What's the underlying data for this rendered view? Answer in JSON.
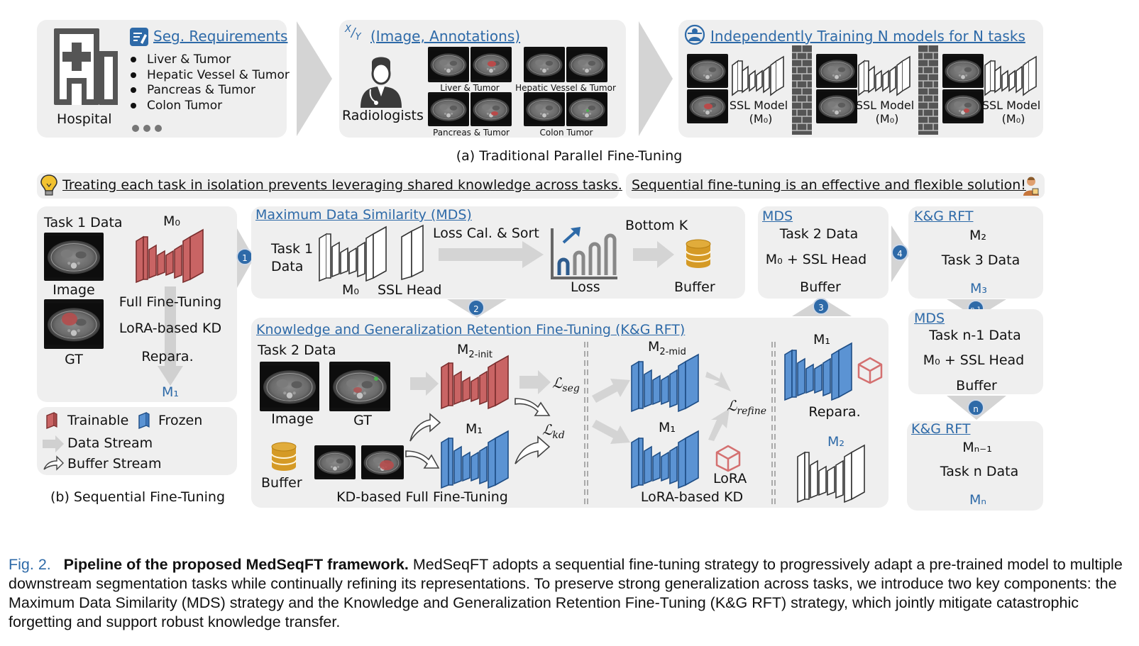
{
  "top": {
    "seg_req_title": "Seg. Requirements",
    "seg_items": [
      "Liver & Tumor",
      "Hepatic Vessel & Tumor",
      "Pancreas & Tumor",
      "Colon Tumor"
    ],
    "hospital_label": "Hospital",
    "annot_title": "(Image, Annotations)",
    "radiologists_label": "Radiologists",
    "ct_labels": [
      "Liver & Tumor",
      "Hepatic Vessel & Tumor",
      "Pancreas & Tumor",
      "Colon Tumor"
    ],
    "indep_title": "Independently Training N models for N tasks",
    "ssl_model_label": "SSL Model",
    "m0_label": "(M₀)",
    "section_a_caption": "(a) Traditional Parallel Fine-Tuning"
  },
  "banners": {
    "left": "Treating each task in isolation prevents leveraging shared knowledge across tasks.",
    "right": "Sequential fine-tuning is an effective and flexible solution!"
  },
  "b_left": {
    "task1_data": "Task 1 Data",
    "m0": "M₀",
    "image": "Image",
    "gt": "GT",
    "full_ft": "Full Fine-Tuning",
    "lora_kd": "LoRA-based KD",
    "repara": "Repara.",
    "m1": "M₁"
  },
  "legend": {
    "trainable": "Trainable",
    "frozen": "Frozen",
    "data_stream": "Data Stream",
    "buffer_stream": "Buffer Stream"
  },
  "section_b_caption": "(b) Sequential Fine-Tuning",
  "mds": {
    "title": "Maximum Data Similarity (MDS)",
    "task1_line1": "Task 1",
    "task1_line2": "Data",
    "m0": "M₀",
    "ssl_head": "SSL Head",
    "loss_sort": "Loss Cal. & Sort",
    "bottom_k": "Bottom K",
    "loss": "Loss",
    "buffer": "Buffer"
  },
  "kg": {
    "title": "Knowledge and Generalization Retention Fine-Tuning (K&G RFT)",
    "task2_data": "Task 2 Data",
    "image": "Image",
    "gt": "GT",
    "buffer": "Buffer",
    "m2_init": "M₂-init",
    "m1": "M₁",
    "l_seg": "ℒseg",
    "l_kd": "ℒkd",
    "kd_full_ft": "KD-based Full Fine-Tuning",
    "m2_mid": "M₂-mid",
    "m1b": "M₁",
    "l_refine": "ℒrefine",
    "lora": "LoRA",
    "lora_kd": "LoRA-based KD",
    "m1c": "M₁",
    "repara": "Repara.",
    "m2": "M₂"
  },
  "mds2": {
    "title": "MDS",
    "task2_data": "Task 2 Data",
    "m0_ssl": "M₀ + SSL Head",
    "buffer": "Buffer"
  },
  "right_col": {
    "kg1_title": "K&G RFT",
    "kg1_m": "M₂",
    "kg1_task": "Task 3 Data",
    "kg1_out": "M₃",
    "mds_title": "MDS",
    "mds_task": "Task n-1 Data",
    "mds_m0": "M₀ + SSL Head",
    "mds_buffer": "Buffer",
    "kg2_title": "K&G RFT",
    "kg2_m": "Mₙ₋₁",
    "kg2_task": "Task n Data",
    "kg2_out": "Mₙ"
  },
  "steps": [
    "1",
    "2",
    "3",
    "4",
    "n-1",
    "n"
  ],
  "caption": {
    "fig": "Fig. 2.",
    "bold": "Pipeline of the proposed MedSeqFT framework.",
    "text": "MedSeqFT adopts a sequential fine-tuning strategy to progressively adapt a pre-trained model to multiple downstream segmentation tasks while continually refining its representations. To preserve strong generalization across tasks, we introduce two key components: the Maximum Data Similarity (MDS) strategy and the Knowledge and Generalization Retention Fine-Tuning (K&G RFT) strategy, which jointly mitigate catastrophic forgetting and support robust knowledge transfer."
  },
  "colors": {
    "panel": "#efefef",
    "accent_blue": "#2e6aa8",
    "trainable_red": "#c96464",
    "frozen_blue": "#5b93d3",
    "buffer_gold": "#d9a028"
  }
}
